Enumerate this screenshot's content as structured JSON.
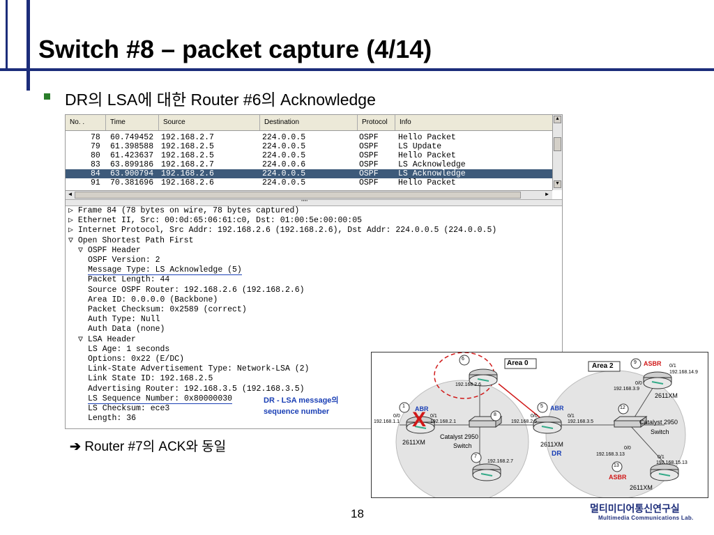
{
  "slide": {
    "title": "Switch #8 – packet capture (4/14)",
    "bullet": "DR의 LSA에 대한 Router #6의 Acknowledge",
    "note_arrow": "➔",
    "note": "Router #7의 ACK와 동일",
    "page_number": "18",
    "lab_name_kr": "멀티미디어통신연구실",
    "lab_name_en": "Multimedia Communications Lab."
  },
  "packet_list": {
    "columns": [
      "No. .",
      "Time",
      "Source",
      "Destination",
      "Protocol",
      "Info"
    ],
    "rows": [
      {
        "no": "78",
        "time": "60.749452",
        "source": "192.168.2.7",
        "dest": "224.0.0.5",
        "proto": "OSPF",
        "info": "Hello Packet"
      },
      {
        "no": "79",
        "time": "61.398588",
        "source": "192.168.2.5",
        "dest": "224.0.0.5",
        "proto": "OSPF",
        "info": "LS Update"
      },
      {
        "no": "80",
        "time": "61.423637",
        "source": "192.168.2.5",
        "dest": "224.0.0.5",
        "proto": "OSPF",
        "info": "Hello Packet"
      },
      {
        "no": "83",
        "time": "63.899186",
        "source": "192.168.2.7",
        "dest": "224.0.0.6",
        "proto": "OSPF",
        "info": "LS Acknowledge"
      },
      {
        "no": "84",
        "time": "63.900794",
        "source": "192.168.2.6",
        "dest": "224.0.0.5",
        "proto": "OSPF",
        "info": "LS Acknowledge"
      },
      {
        "no": "91",
        "time": "70.381696",
        "source": "192.168.2.6",
        "dest": "224.0.0.5",
        "proto": "OSPF",
        "info": "Hello Packet"
      }
    ],
    "selected_index": 4
  },
  "details": [
    {
      "glyph": "▷",
      "text": "Frame 84 (78 bytes on wire, 78 bytes captured)"
    },
    {
      "glyph": "▷",
      "text": "Ethernet II, Src: 00:0d:65:06:61:c0, Dst: 01:00:5e:00:00:05"
    },
    {
      "glyph": "▷",
      "text": "Internet Protocol, Src Addr: 192.168.2.6 (192.168.2.6), Dst Addr: 224.0.0.5 (224.0.0.5)"
    },
    {
      "glyph": "▽",
      "text": "Open Shortest Path First"
    },
    {
      "glyph": "▽",
      "text": "OSPF Header"
    },
    {
      "glyph": "",
      "text": "OSPF Version: 2"
    },
    {
      "glyph": "",
      "text": "Message Type: LS Acknowledge (5)"
    },
    {
      "glyph": "",
      "text": "Packet Length: 44"
    },
    {
      "glyph": "",
      "text": "Source OSPF Router: 192.168.2.6 (192.168.2.6)"
    },
    {
      "glyph": "",
      "text": "Area ID: 0.0.0.0 (Backbone)"
    },
    {
      "glyph": "",
      "text": "Packet Checksum: 0x2589 (correct)"
    },
    {
      "glyph": "",
      "text": "Auth Type: Null"
    },
    {
      "glyph": "",
      "text": "Auth Data (none)"
    },
    {
      "glyph": "▽",
      "text": "LSA Header"
    },
    {
      "glyph": "",
      "text": "LS Age: 1 seconds"
    },
    {
      "glyph": "",
      "text": "Options: 0x22 (E/DC)"
    },
    {
      "glyph": "",
      "text": "Link-State Advertisement Type: Network-LSA (2)"
    },
    {
      "glyph": "",
      "text": "Link State ID: 192.168.2.5"
    },
    {
      "glyph": "",
      "text": "Advertising Router: 192.168.3.5 (192.168.3.5)"
    },
    {
      "glyph": "",
      "text": "LS Sequence Number: 0x80000030"
    },
    {
      "glyph": "",
      "text": "LS Checksum: ece3"
    },
    {
      "glyph": "",
      "text": "Length: 36"
    }
  ],
  "annotation": {
    "line1": "DR - LSA message의",
    "line2": "sequence number"
  },
  "diagram": {
    "area0": "Area 0",
    "area2": "Area 2",
    "abr": "ABR",
    "asbr": "ASBR",
    "dr": "DR",
    "x_mark": "X",
    "catalyst": "Catalyst 2950",
    "switch": "Switch",
    "router_model": "2611XM",
    "n1": "1",
    "n5": "5",
    "n6": "6",
    "n7": "7",
    "n8": "8",
    "n9": "9",
    "n12": "12",
    "n13": "13",
    "ip_2_6": "192.168.2.6",
    "ip_2_1": "192.168.2.1",
    "ip_2_5": "192.168.2.5",
    "ip_2_7": "192.168.2.7",
    "ip_1_1": "192.168.1.1",
    "ip_3_5": "192.168.3.5",
    "ip_3_9": "192.168.3.9",
    "ip_3_13": "192.168.3.13",
    "ip_14_9": "192.168.14.9",
    "ip_15_13": "192.168.15.13",
    "if_00": "0/0",
    "if_01": "0/1"
  },
  "colors": {
    "accent_bar": "#1c2d7a",
    "bullet": "#2a7d2a",
    "selected_row": "#3d5a7a",
    "underline": "#1a3fb5",
    "abr_blue": "#1a3fb5",
    "asbr_red": "#d01818"
  }
}
